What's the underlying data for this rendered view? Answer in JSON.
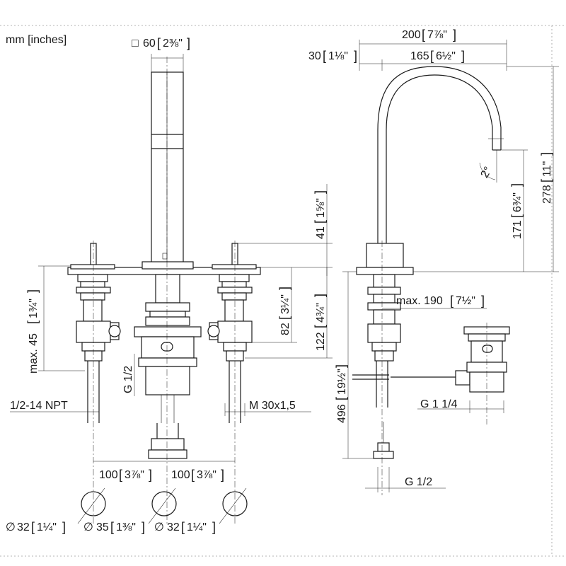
{
  "units": "mm [inches]",
  "dims": {
    "square_60": {
      "sym": "□",
      "mm": "60",
      "in": "2⅜\""
    },
    "width_200": {
      "mm": "200",
      "in": "7⅞\""
    },
    "off_30": {
      "mm": "30",
      "in": "1⅛\""
    },
    "reach_165": {
      "mm": "165",
      "in": "6½\""
    },
    "h_41": {
      "mm": "41",
      "in": "1⅝\""
    },
    "h_171": {
      "mm": "171",
      "in": "6¾\""
    },
    "h_278": {
      "mm": "278",
      "in": "11\""
    },
    "angle": "2°",
    "max45": {
      "pre": "max. 45",
      "in": "1¾\""
    },
    "h_82": {
      "mm": "82",
      "in": "3¼\""
    },
    "h_122": {
      "mm": "122",
      "in": "4¾\""
    },
    "h_496": {
      "mm": "496",
      "in": "19½\""
    },
    "max190": {
      "pre": "max. 190",
      "in": "7½\""
    },
    "spacing_100a": {
      "mm": "100",
      "in": "3⅞\""
    },
    "spacing_100b": {
      "mm": "100",
      "in": "3⅞\""
    },
    "dia_32a": {
      "sym": "∅",
      "mm": "32",
      "in": "1¼\""
    },
    "dia_35": {
      "sym": "∅",
      "mm": "35",
      "in": "1⅜\""
    },
    "dia_32b": {
      "sym": "∅",
      "mm": "32",
      "in": "1¼\""
    }
  },
  "threads": {
    "g12_left": "G 1/2",
    "npt": "1/2-14 NPT",
    "m30": "M 30x1,5",
    "g114": "G 1 1/4",
    "g12_right": "G 1/2"
  },
  "colors": {
    "line": "#1a1a1a",
    "frame": "#9a9a9a",
    "background": "#ffffff"
  }
}
